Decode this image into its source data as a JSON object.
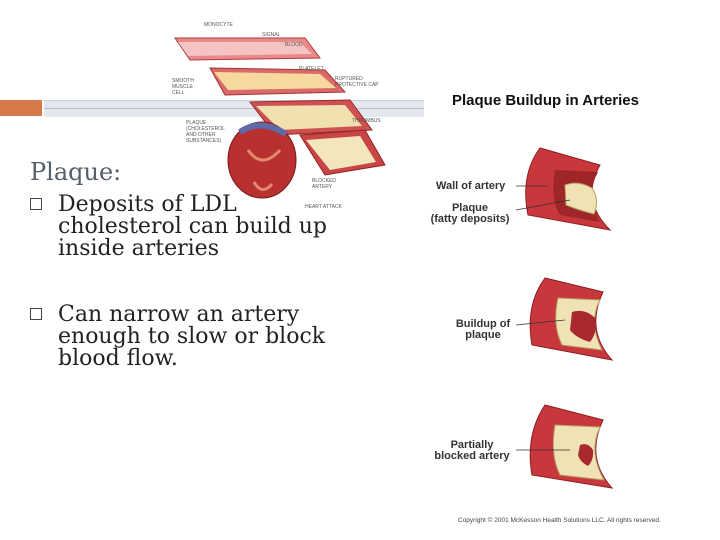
{
  "slide": {
    "title": "Plaque:",
    "bullets": [
      "Deposits of LDL cholesterol can build up inside arteries",
      "Can narrow an artery enough to slow or block blood flow."
    ]
  },
  "figure": {
    "title": "Plaque Buildup in Arteries",
    "labels": {
      "wall": "Wall of artery",
      "plaque_a": "Plaque",
      "plaque_b": "(fatty deposits)",
      "buildup_a": "Buildup of",
      "buildup_b": "plaque",
      "partial_a": "Partially",
      "partial_b": "blocked artery"
    },
    "copyright": "Copyright © 2001 McKesson Health Solutions LLC. All rights reserved."
  },
  "diagram_labels": {
    "monocyte": "MONOCYTE",
    "signal": "SIGNAL",
    "blood": "BLOOD",
    "platelet": "PLATELET",
    "ruptured": "RUPTURED",
    "protective": "PROTECTIVE CAP",
    "smooth": "SMOOTH",
    "muscle": "MUSCLE",
    "cell": "CELL",
    "thrombus": "THROMBUS",
    "plaque": "PLAQUE",
    "cholesterol": "(CHOLESTEROL",
    "and": "AND OTHER",
    "substances": "SUBSTANCES)",
    "blocked": "BLOCKED",
    "artery": "ARTERY",
    "heart": "HEART ATTACK"
  },
  "colors": {
    "accent": "#d9794a",
    "artery_wall": "#c8373b",
    "plaque": "#efe3b5"
  }
}
